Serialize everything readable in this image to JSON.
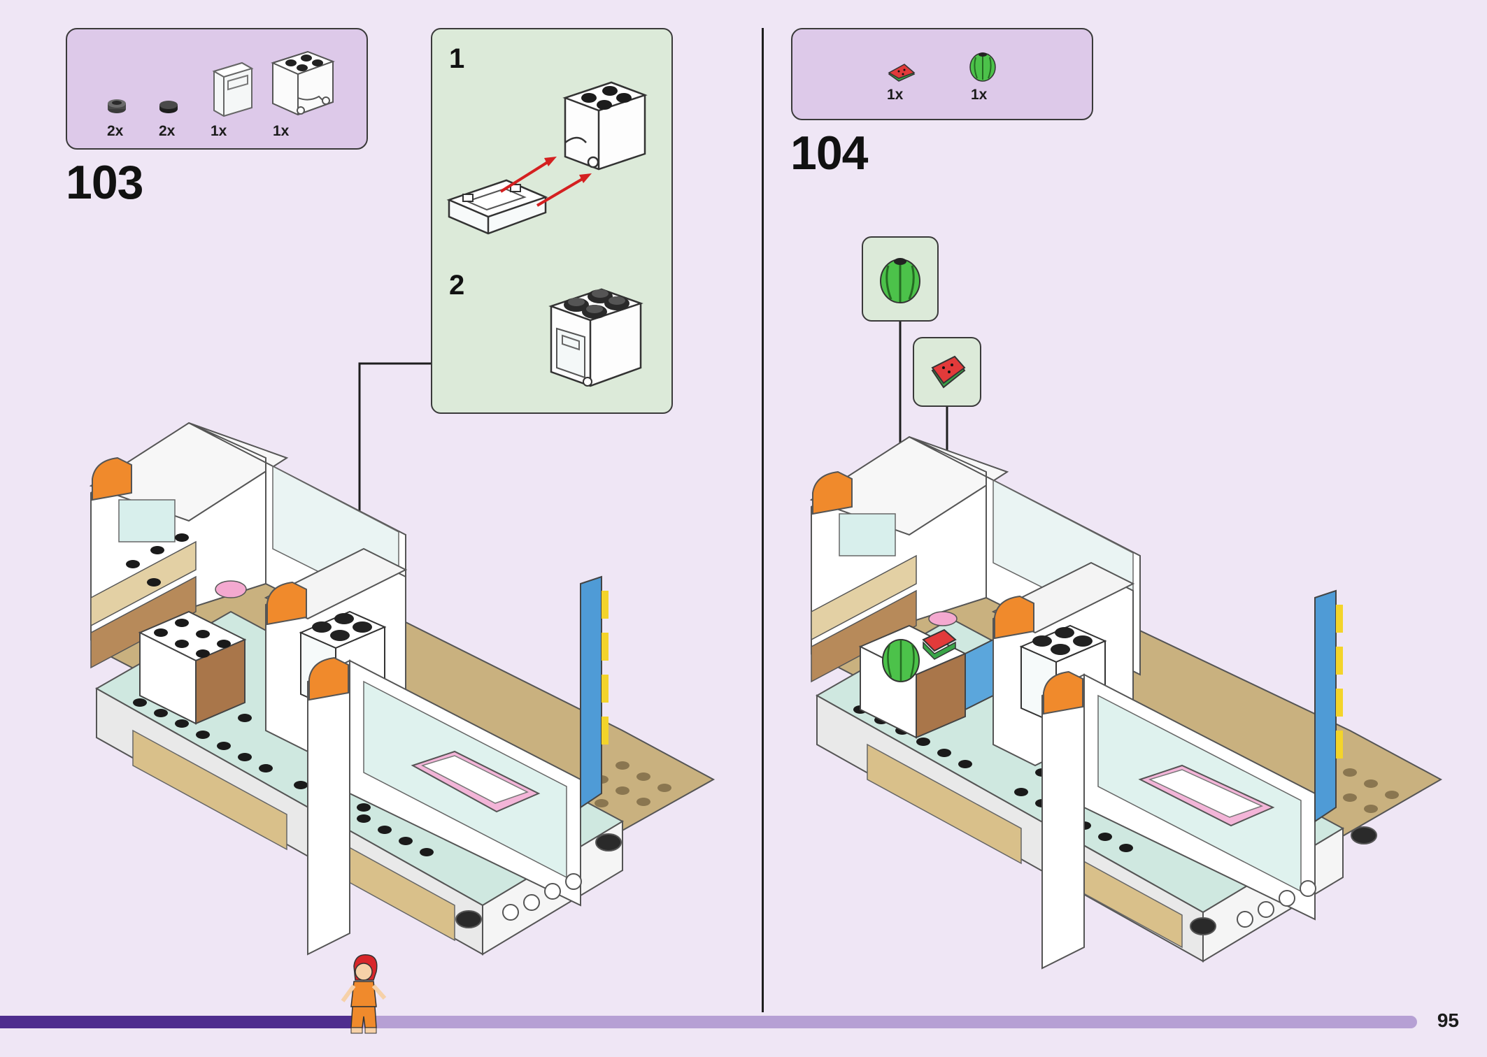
{
  "step_103": {
    "number": "103",
    "parts": [
      {
        "qty": "2x",
        "icon": "round-plate-dark-grey"
      },
      {
        "qty": "2x",
        "icon": "round-tile-black"
      },
      {
        "qty": "1x",
        "icon": "cupboard-door-transparent"
      },
      {
        "qty": "1x",
        "icon": "cupboard-box-white"
      }
    ],
    "substeps": {
      "first": "1",
      "second": "2"
    }
  },
  "step_104": {
    "number": "104",
    "parts": [
      {
        "qty": "1x",
        "icon": "watermelon-slice"
      },
      {
        "qty": "1x",
        "icon": "watermelon-whole"
      }
    ]
  },
  "progress": 0.255,
  "page_number": "95",
  "colors": {
    "background": "#efe6f5",
    "parts_panel": "#ddc9e9",
    "submodel_panel": "#dcead9",
    "progress_track": "#b6a0d4",
    "progress_fill": "#4f2d8e",
    "callout_arrow": "#d42020"
  }
}
